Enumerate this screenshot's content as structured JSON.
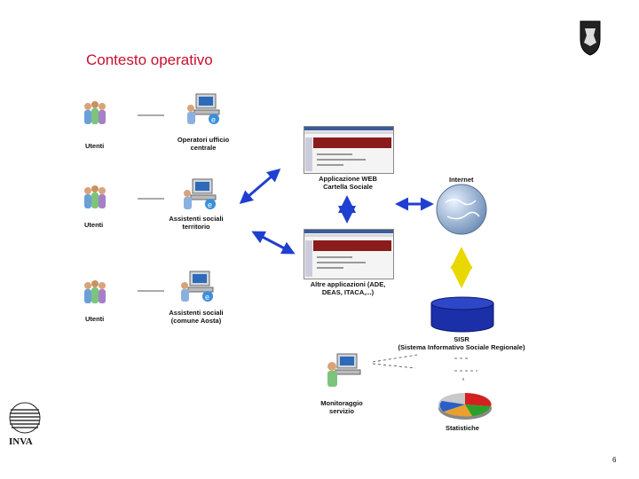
{
  "title": "Contesto operativo",
  "page_number": "6",
  "logo_text": "INVA",
  "users": [
    "Utenti",
    "Utenti",
    "Utenti"
  ],
  "operators": [
    {
      "line1": "Operatori ufficio",
      "line2": "centrale"
    },
    {
      "line1": "Assistenti sociali",
      "line2": "territorio"
    },
    {
      "line1": "Assistenti sociali",
      "line2": "(comune Aosta)"
    }
  ],
  "app_web": {
    "line1": "Applicazione WEB",
    "line2": "Cartella Sociale"
  },
  "app_other": {
    "line1": "Altre applicazioni (ADE,",
    "line2": "DEAS, ITACA,...)"
  },
  "internet": "Internet",
  "sisr": {
    "line1": "SISR",
    "line2": "(Sistema Informativo Sociale Regionale)"
  },
  "monitor": {
    "line1": "Monitoraggio",
    "line2": "servizio"
  },
  "stats": "Statistiche",
  "colors": {
    "title": "#c8102e",
    "arrow_blue": "#1f3fd0",
    "arrow_yellow": "#f0e020",
    "db": "#1a2fa8"
  }
}
